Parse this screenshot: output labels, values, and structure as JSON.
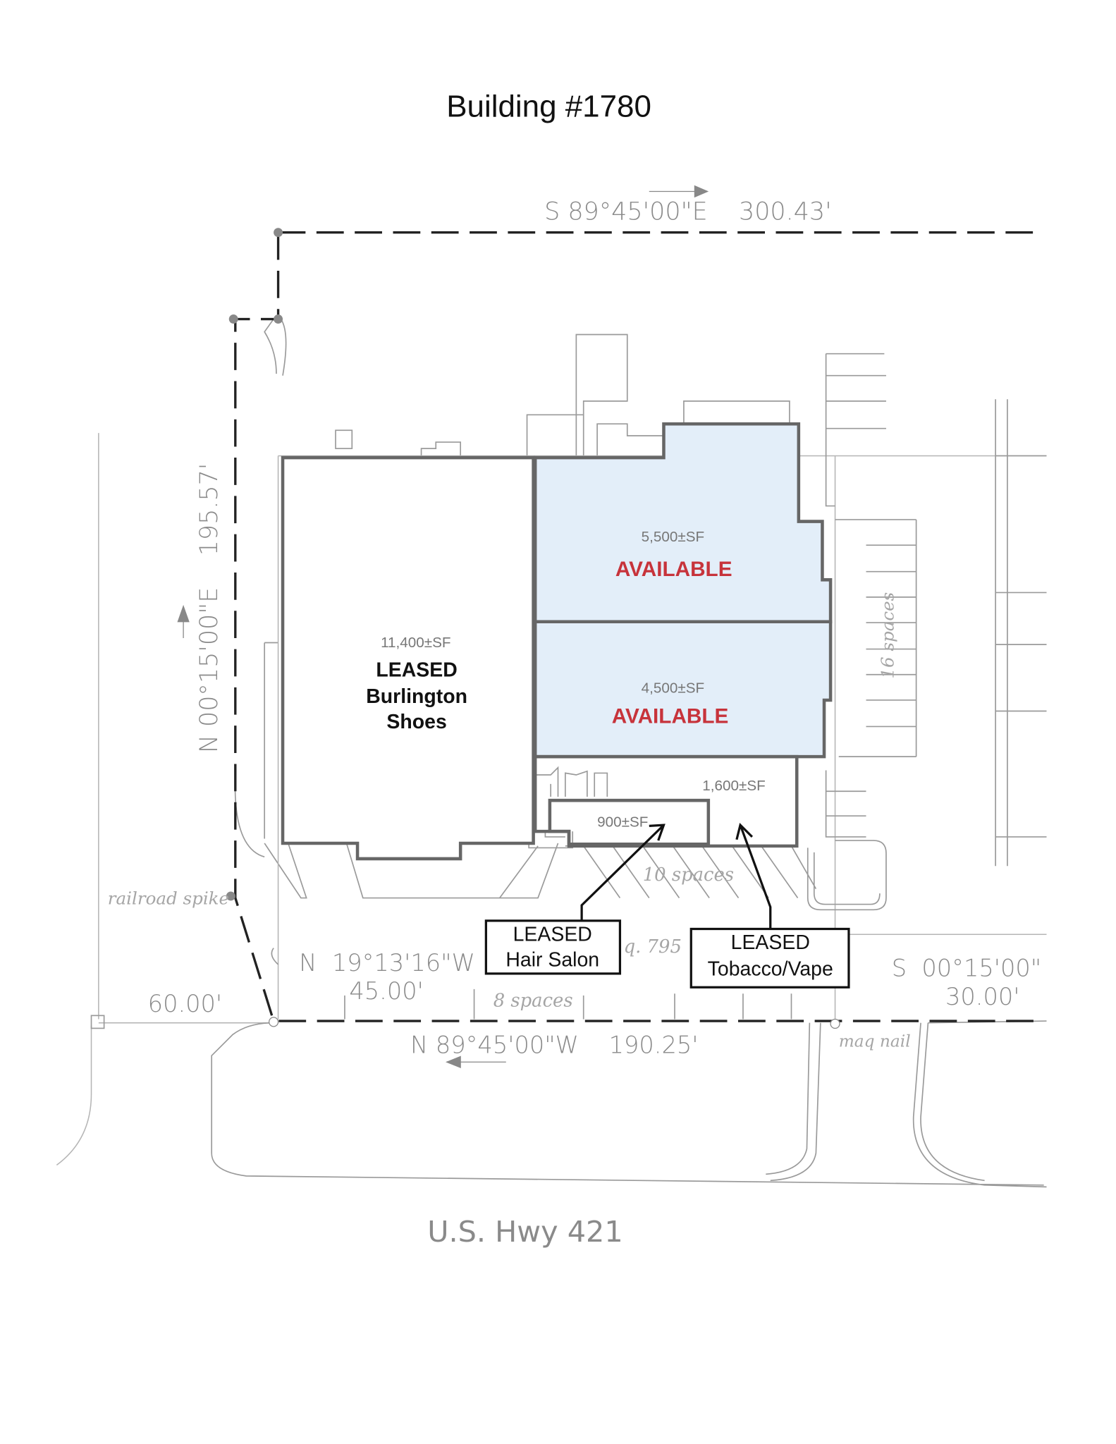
{
  "title": "Building #1780",
  "road": "U.S. Hwy 421",
  "colors": {
    "available_text": "#c7333b",
    "available_fill": "#e3eef9",
    "property_line": "#222222"
  },
  "bearings": {
    "north": "S 89°45'00\"E    300.43'",
    "west": "N 00°15'00\"E    195.57'",
    "south": "N 89°45'00\"W    190.25'",
    "southwest_1": "N  19°13'16\"W",
    "southwest_2": "45.00'",
    "west_offset": "60.00'",
    "east_1": "S  00°15'00\"",
    "east_2": "30.00'"
  },
  "annotations": {
    "railroad_spike": "railroad spike",
    "mag_nail": "maq nail",
    "spaces_8": "8 spaces",
    "spaces_10": "10 spaces",
    "spaces_16": "16 spaces",
    "partial_795": "q. 795"
  },
  "units": [
    {
      "area": "11,400±SF",
      "status": "LEASED",
      "tenant_line1": "Burlington",
      "tenant_line2": "Shoes"
    },
    {
      "area": "5,500±SF",
      "status": "AVAILABLE"
    },
    {
      "area": "4,500±SF",
      "status": "AVAILABLE"
    },
    {
      "area": "1,600±SF",
      "status": "LEASED",
      "tenant": "Tobacco/Vape"
    },
    {
      "area": "900±SF",
      "status": "LEASED",
      "tenant": "Hair Salon"
    }
  ]
}
